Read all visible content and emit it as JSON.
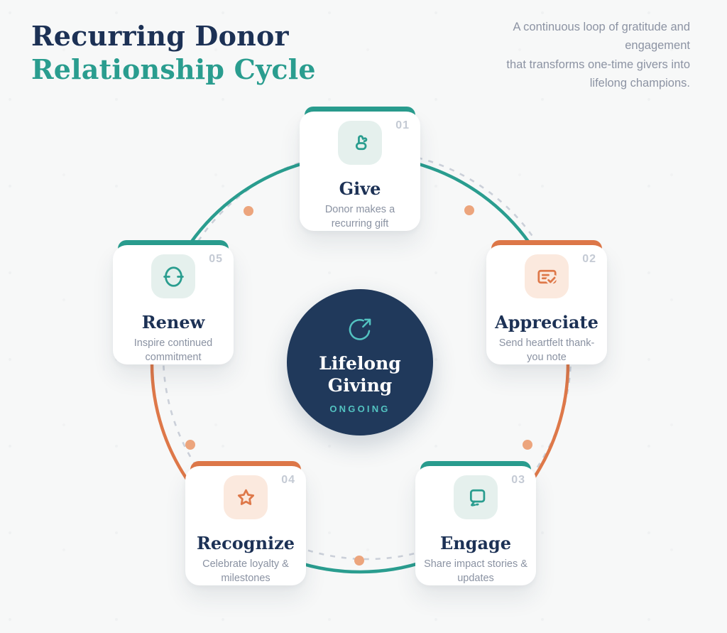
{
  "colors": {
    "navy": "#1C3155",
    "teal": "#2A9D8F",
    "orange": "#DE7849",
    "light_teal": "#53C3C1",
    "dot_orange": "#ECA57D",
    "dashed_gray": "#CBD0D9",
    "background": "#F7F8F8",
    "card_white": "#FFFFFF",
    "tint_teal": "#E5F0ED",
    "tint_orange": "#FBE9DE",
    "muted_text": "#8A92A2",
    "number_gray": "#C4CAD4"
  },
  "header": {
    "title_line1": "Recurring Donor",
    "title_line2": "Relationship Cycle",
    "tagline_lines": [
      "A continuous loop of gratitude and",
      "engagement",
      "that transforms one-time givers into",
      "lifelong champions."
    ]
  },
  "center": {
    "title": "Lifelong Giving",
    "badge": "ONGOING",
    "icon": "cycle-arrow-icon"
  },
  "steps": [
    {
      "number": "01",
      "title": "Give",
      "description": "Donor makes a recurring gift",
      "accent": "teal",
      "icon": "thumbs-up-icon"
    },
    {
      "number": "02",
      "title": "Appreciate",
      "description": "Send heartfelt thank-you note",
      "accent": "orange",
      "icon": "thank-you-note-icon"
    },
    {
      "number": "03",
      "title": "Engage",
      "description": "Share impact stories & updates",
      "accent": "teal",
      "icon": "speech-bubble-icon"
    },
    {
      "number": "04",
      "title": "Recognize",
      "description": "Celebrate loyalty & milestones",
      "accent": "orange",
      "icon": "star-icon"
    },
    {
      "number": "05",
      "title": "Renew",
      "description": "Inspire continued commitment",
      "accent": "teal",
      "icon": "refresh-circle-icon"
    }
  ]
}
